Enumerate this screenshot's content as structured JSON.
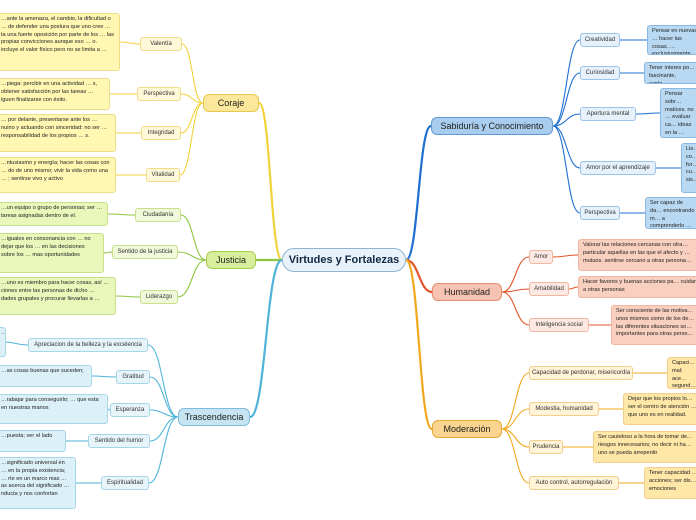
{
  "center": "Virtudes y Fortalezas",
  "coraje": {
    "label": "Coraje",
    "items": [
      {
        "label": "Valentía",
        "text": "…ante la amenaza, el cambio, la dificultad o … de defender una postura que uno cree … ta una fuerte oposición por parte de los … las propias convicciones aunque eso … o. incluye el valor físico pero no se limita a …"
      },
      {
        "label": "Perspectiva",
        "text": "…piega: percibir en una actividad … s, obtener satisfacción por las tareas … iguen finalizarse con éxito."
      },
      {
        "label": "Integridad",
        "text": "… por delante, presentarse ante los … nuino y actuando con sinceridad: no ser … responsabilidad de los propios … s."
      },
      {
        "label": "Vitalidad",
        "text": "…ntusiasmo y energía; hacer las cosas con … do de uno mismo; vivir la vida como una … ; sentirse vivo y activo"
      }
    ]
  },
  "justicia": {
    "label": "Justicia",
    "items": [
      {
        "label": "Ciudadanía",
        "text": "…un equipo o grupo de personas; ser … tareas asignadas dentro de el."
      },
      {
        "label": "Sentido de la justicia",
        "text": "…iguales en consonancia con … no dejar que los … en las decisiones sobre los … mas oportunidades"
      },
      {
        "label": "Liderazgo",
        "text": "…uno es miembro para hacer cosas, así … ciones entre las personas de dicho … dades grupales y procurar llevarlas a …"
      }
    ]
  },
  "trascendencia": {
    "label": "Trascendencia",
    "items": [
      {
        "label": "Apreciacion de la belleza y la excelencia",
        "text": "…"
      },
      {
        "label": "Gratitud",
        "text": "…as cosas buenas que suceden;"
      },
      {
        "label": "Esperanza",
        "text": "…rabajar para conseguirlo; … que esta en nuestras manos"
      },
      {
        "label": "Sentido del humor",
        "text": "…puesta; ver el lado"
      },
      {
        "label": "Espiritualidad",
        "text": "…significado universal en … en la propia existencia; … rte en un marco mas … as acerca del significado … nducta y nos confortan"
      }
    ]
  },
  "sabiduria": {
    "label": "Sabiduría y Conocimiento",
    "items": [
      {
        "label": "Creatividad",
        "text": "Pensar en nuevas … hacer las cosas. … exclusivamente …"
      },
      {
        "label": "Curiosidad",
        "text": "Tener interes po… fascinante, explo…"
      },
      {
        "label": "Apertura mental",
        "text": "Pensar sobr… matices. no … evaluar ca… ideas en la … evidencia …"
      },
      {
        "label": "Amor por el aprendizaje",
        "text": "Lle… co… for… cu… sis…"
      },
      {
        "label": "Perspectiva",
        "text": "Ser capaz de da… encontrando m… a comprenderlo …"
      }
    ]
  },
  "humanidad": {
    "label": "Humanidad",
    "items": [
      {
        "label": "Amor",
        "text": "Valorar las relaciones cercanas con otra… particular aquellas en las que el afecto y … mutuos. sentirse cercano a otras persona…"
      },
      {
        "label": "Amabilidad",
        "text": "Hacer favores y buenas acciones pa… cuidar a otras personas"
      },
      {
        "label": "Inteligencia social",
        "text": "Ser consciente de las motiva… unos mismos como de los de… las diferentes situaciones so… importantes para otras perso…"
      }
    ]
  },
  "moderacion": {
    "label": "Moderación",
    "items": [
      {
        "label": "Capacidad de perdonar, misericordia",
        "text": "Capaci… mal; ace… segund…"
      },
      {
        "label": "Modestia, humanidad",
        "text": "Dejar que los propios lo… ser el centro de atención … que uno es en realidad."
      },
      {
        "label": "Prudencia",
        "text": "Ser cauteloso a la hora de tomar de… riesgos innecesarios; no decir ni ha… uno se pueda arrepentir"
      },
      {
        "label": "Auto control, autorregulación",
        "text": "Tener capacidad … acciones; ser dis… emociones"
      }
    ]
  },
  "colors": {
    "yellow": "#f2d23c",
    "green": "#8cc63f",
    "teal": "#4fb3d9",
    "blue": "#1f6fd1",
    "red": "#e0552b",
    "orange": "#f0a81e"
  }
}
